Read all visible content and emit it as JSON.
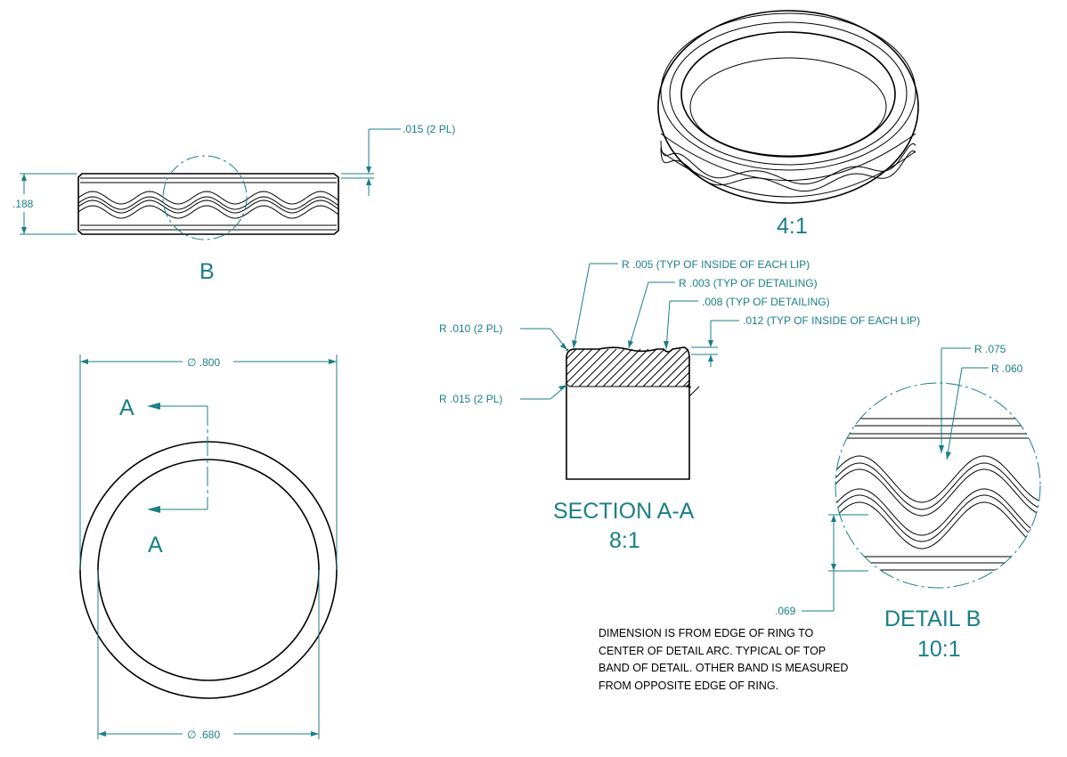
{
  "front_view": {
    "height_dim": ".188",
    "lip_dim": ".015 (2 PL)",
    "detail_label": "B"
  },
  "iso_view": {
    "scale": "4:1"
  },
  "top_view": {
    "outer_diameter": "∅ .800",
    "inner_diameter": "∅ .680",
    "section_label_top": "A",
    "section_label_bottom": "A"
  },
  "section_view": {
    "callouts": [
      "R .005 (TYP OF INSIDE OF EACH LIP)",
      "R .003 (TYP OF DETAILING)",
      ".008 (TYP OF DETAILING)",
      ".012 (TYP OF INSIDE OF EACH LIP)",
      "R .010 (2 PL)",
      "R .015 (2 PL)"
    ],
    "title": "SECTION A-A",
    "scale": "8:1"
  },
  "detail_view": {
    "r1": "R .075",
    "r2": "R .060",
    "offset_dim": ".069",
    "title": "DETAIL B",
    "scale": "10:1"
  },
  "note": [
    "DIMENSION IS FROM EDGE OF RING TO",
    "CENTER OF DETAIL ARC. TYPICAL OF TOP",
    "BAND OF DETAIL. OTHER BAND IS MEASURED",
    "FROM OPPOSITE EDGE OF RING."
  ],
  "colors": {
    "annotation": "#1a7f86",
    "geometry": "#000000"
  }
}
